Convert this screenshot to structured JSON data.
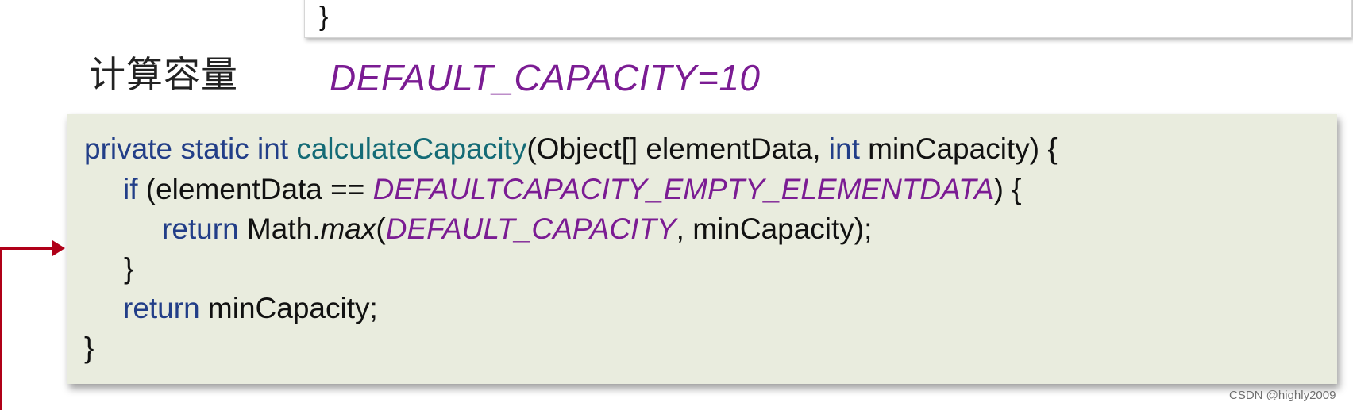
{
  "top_code": {
    "closing_brace": "}"
  },
  "section": {
    "title": "计算容量",
    "constant_note": "DEFAULT_CAPACITY=10"
  },
  "code": {
    "line1": {
      "kw_private": "private",
      "kw_static": "static",
      "kw_int": "int",
      "method": "calculateCapacity",
      "params_start": "(Object[] elementData, ",
      "kw_int2": "int",
      "params_end": " minCapacity) {"
    },
    "line2": {
      "kw_if": "if",
      "cond_start": " (elementData == ",
      "const": "DEFAULTCAPACITY_EMPTY_ELEMENTDATA",
      "cond_end": ") {"
    },
    "line3": {
      "kw_return": "return",
      "math": " Math.",
      "max": "max",
      "open": "(",
      "const": "DEFAULT_CAPACITY",
      "rest": ", minCapacity);"
    },
    "line4": {
      "brace": "}"
    },
    "line5": {
      "kw_return": "return",
      "rest": " minCapacity;"
    },
    "line6": {
      "brace": "}"
    }
  },
  "watermark": "CSDN @highly2009",
  "colors": {
    "keyword": "#223e88",
    "method": "#146b76",
    "constant": "#7b1c93",
    "panel_bg": "#e9ecde",
    "pointer": "#b00018"
  }
}
